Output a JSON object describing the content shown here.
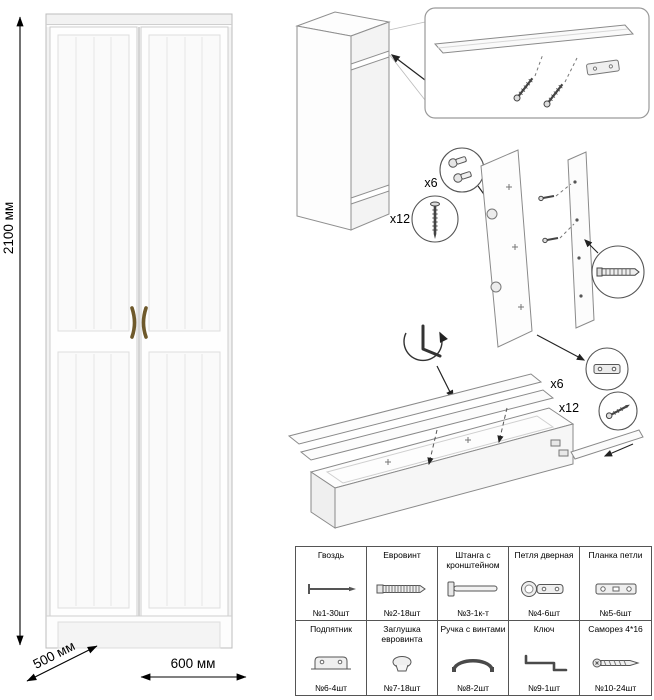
{
  "wardrobe": {
    "height_label": "2100 мм",
    "depth_label": "500 мм",
    "width_label": "600 мм"
  },
  "assembly": {
    "callouts": {
      "top_hinge": "x6",
      "top_screw": "x12",
      "bottom_plate": "x6",
      "bottom_screw": "x12"
    }
  },
  "parts": {
    "row1": [
      {
        "name": "Гвоздь",
        "qty": "№1-30шт"
      },
      {
        "name": "Евровинт",
        "qty": "№2-18шт"
      },
      {
        "name": "Штанга с кронштейном",
        "qty": "№3-1к-т"
      },
      {
        "name": "Петля дверная",
        "qty": "№4-6шт"
      },
      {
        "name": "Планка петли",
        "qty": "№5-6шт"
      }
    ],
    "row2": [
      {
        "name": "Подпятник",
        "qty": "№6-4шт"
      },
      {
        "name": "Заглушка евровинта",
        "qty": "№7-18шт"
      },
      {
        "name": "Ручка с винтами",
        "qty": "№8-2шт"
      },
      {
        "name": "Ключ",
        "qty": "№9-1шт"
      },
      {
        "name": "Саморез 4*16",
        "qty": "№10-24шт"
      }
    ]
  }
}
